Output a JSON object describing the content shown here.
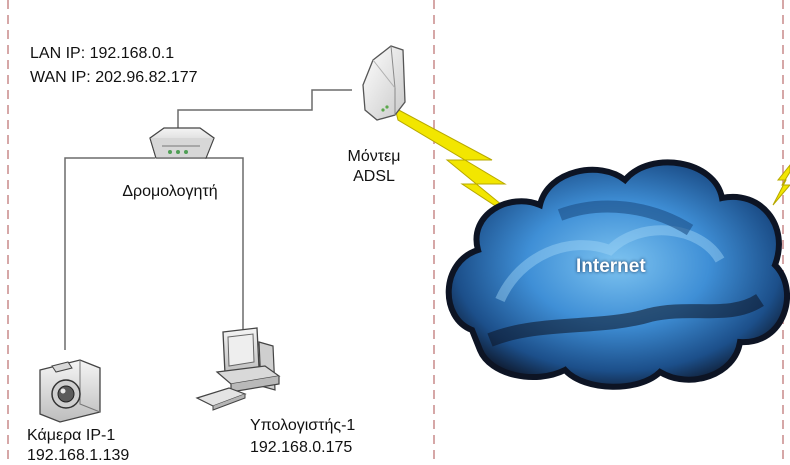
{
  "labels": {
    "lan_ip": "LAN IP: 192.168.0.1",
    "wan_ip": "WAN IP: 202.96.82.177",
    "modem_line1": "Μόντεμ",
    "modem_line2": "ADSL",
    "router": "Δρομολογητή",
    "internet": "Internet",
    "camera_name": "Κάμερα IP-1",
    "camera_ip": "192.168.1.139",
    "pc_name": "Υπολογιστής-1",
    "pc_ip": "192.168.0.175"
  },
  "colors": {
    "divider": "#c98a8a",
    "wire": "#6b6b6b",
    "lightning": "#f2e600",
    "cloud_dark": "#0d1424",
    "cloud_blue": "#3f8fd6",
    "cloud_light": "#7dc3f0"
  },
  "icons": [
    "modem-icon",
    "router-icon",
    "camera-icon",
    "computer-icon",
    "lightning-icon",
    "cloud-icon"
  ]
}
